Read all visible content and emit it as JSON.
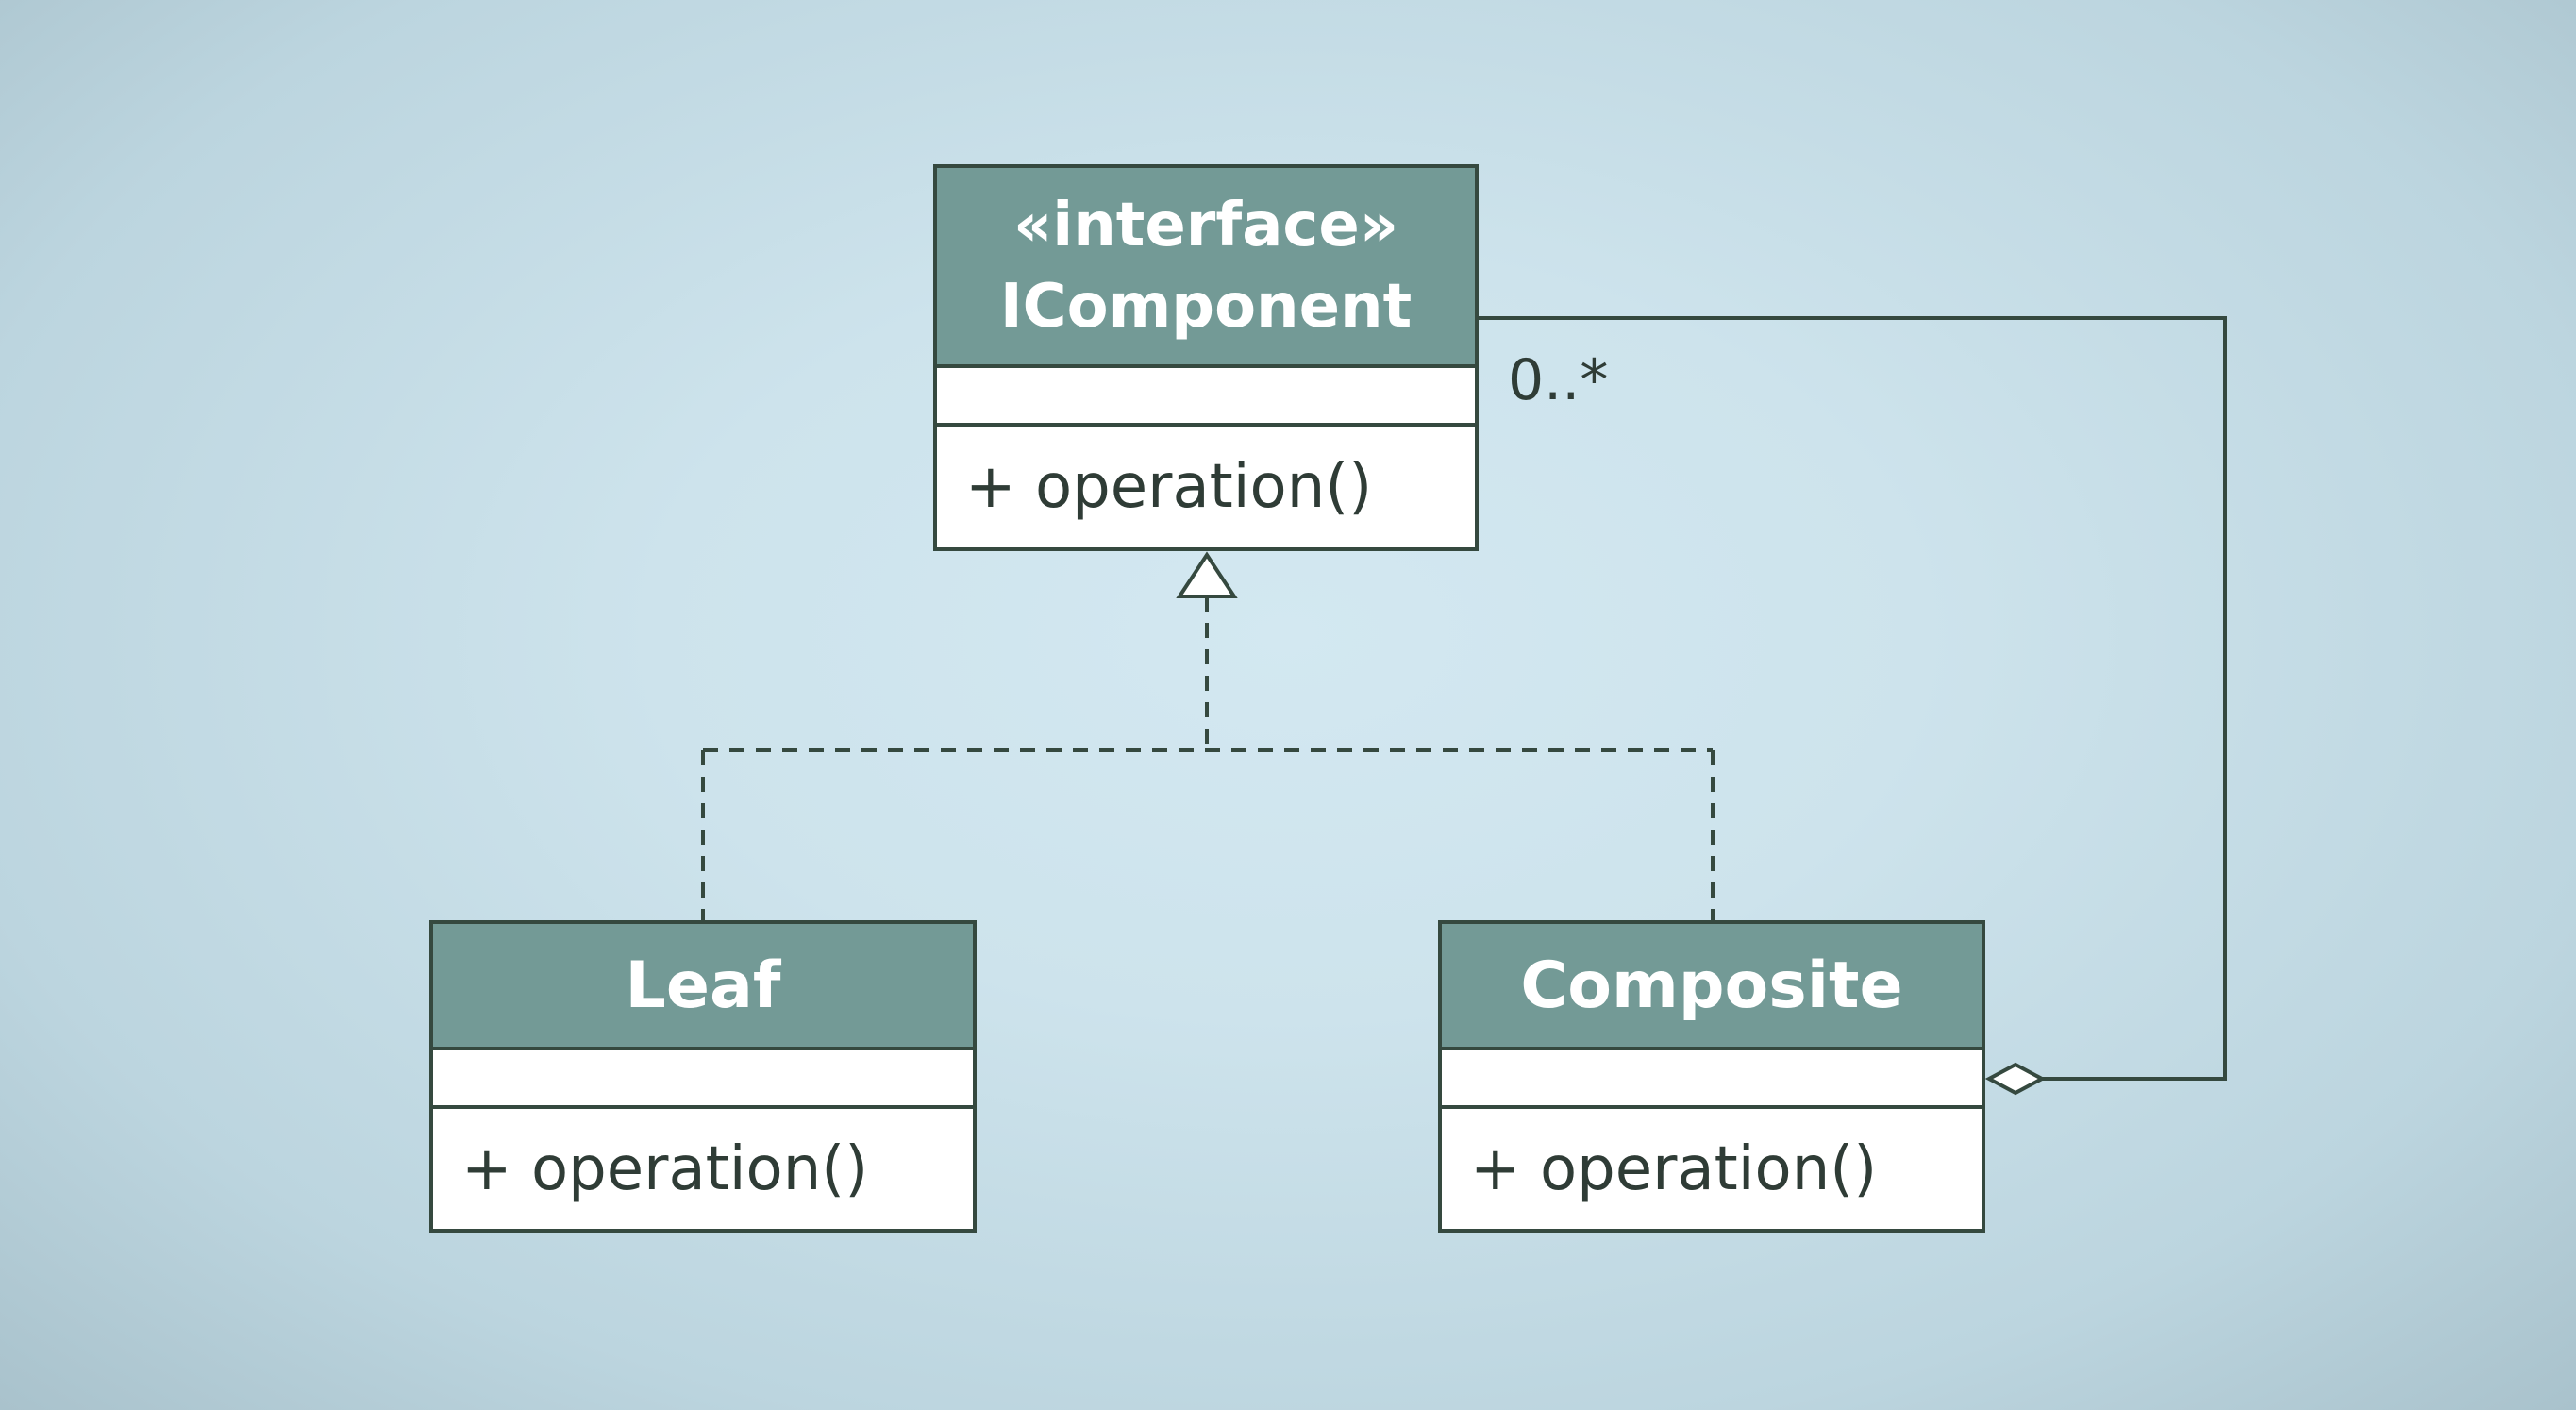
{
  "diagram": {
    "interface_class": {
      "stereotype": "«interface»",
      "name": "IComponent",
      "operation": "+ operation()"
    },
    "leaf_class": {
      "name": "Leaf",
      "operation": "+ operation()"
    },
    "composite_class": {
      "name": "Composite",
      "operation": "+ operation()"
    },
    "aggregation": {
      "multiplicity": "0..*"
    }
  }
}
